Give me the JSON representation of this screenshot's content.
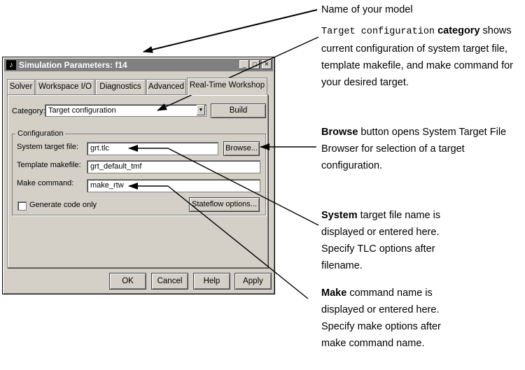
{
  "window": {
    "title": "Simulation Parameters: f14",
    "controls": {
      "minimize": "_",
      "maximize": "□",
      "close": "×"
    }
  },
  "tabs": [
    {
      "label": "Solver",
      "active": false
    },
    {
      "label": "Workspace I/O",
      "active": false
    },
    {
      "label": "Diagnostics",
      "active": false
    },
    {
      "label": "Advanced",
      "active": false
    },
    {
      "label": "Real-Time Workshop",
      "active": true
    }
  ],
  "category": {
    "label": "Category:",
    "value": "Target configuration"
  },
  "build_label": "Build",
  "configuration": {
    "title": "Configuration",
    "system_target_file": {
      "label": "System target file:",
      "value": "grt.tlc"
    },
    "browse_label": "Browse...",
    "template_makefile": {
      "label": "Template makefile:",
      "value": "grt_default_tmf"
    },
    "make_command": {
      "label": "Make command:",
      "value": "make_rtw"
    },
    "generate_code_only": {
      "label": "Generate code only",
      "checked": false
    },
    "stateflow_label": "Stateflow options..."
  },
  "footer": {
    "ok": "OK",
    "cancel": "Cancel",
    "help": "Help",
    "apply": "Apply"
  },
  "annotations": {
    "name": "Name of your model",
    "target": {
      "mono": "Target configuration",
      "bold": "category",
      "rest1": "shows",
      "line2": "current configuration of system target file,",
      "line3": "template makefile, and make command for",
      "line4": "your desired target."
    },
    "browse": {
      "bold": "Browse",
      "rest1": "button opens System Target File",
      "line2": "Browser for selection of a target",
      "line3": "configuration."
    },
    "system": {
      "bold": "System",
      "rest1": "target file name is",
      "line2": "displayed or entered here.",
      "line3": "Specify TLC options after",
      "line4": "filename."
    },
    "make": {
      "bold": "Make",
      "rest1": "command name is",
      "line2": "displayed or entered here.",
      "line3": "Specify make options after",
      "line4": "make command name."
    }
  }
}
